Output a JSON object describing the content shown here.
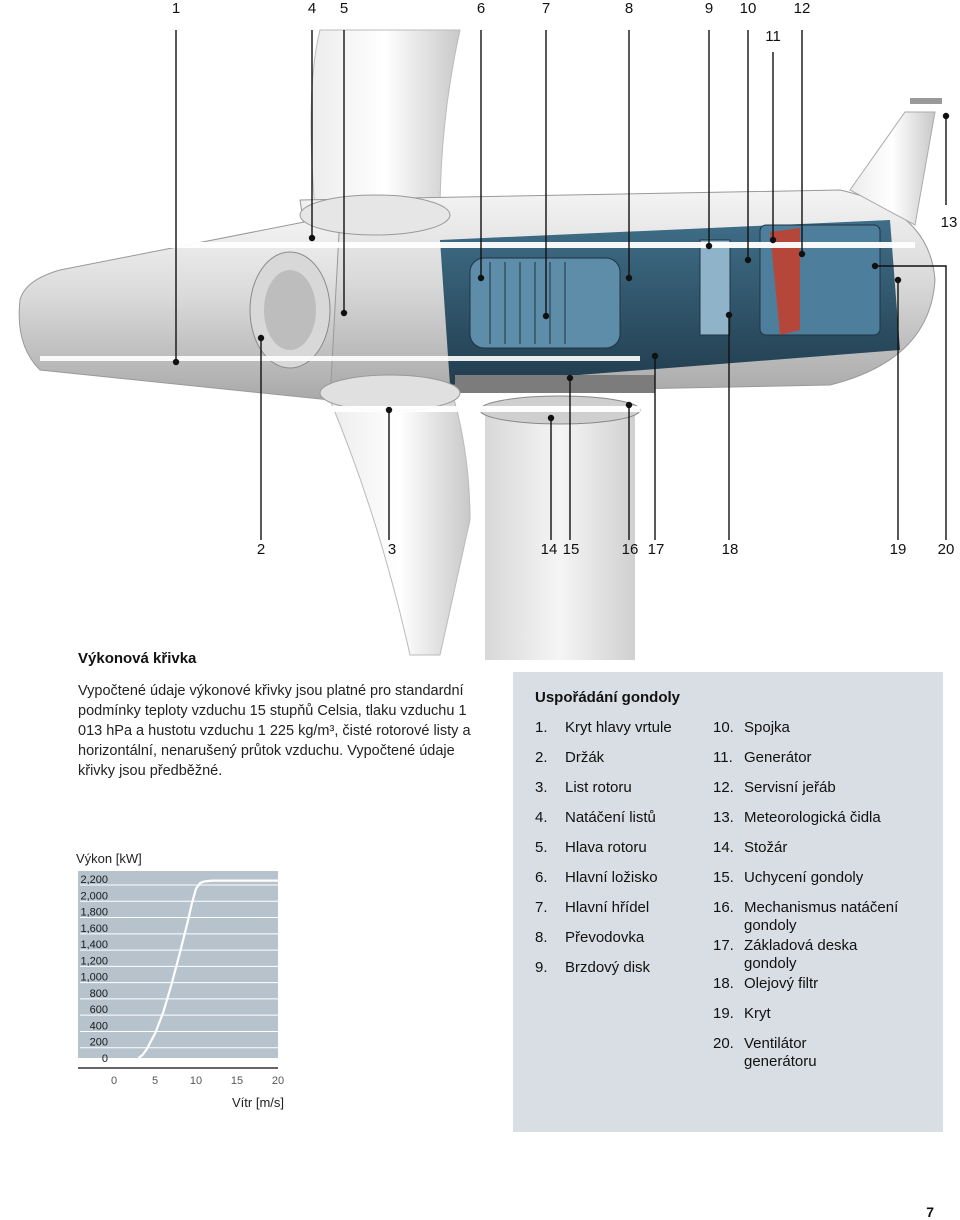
{
  "figure": {
    "callouts_top": [
      "1",
      "4",
      "5",
      "6",
      "7",
      "8",
      "9",
      "10",
      "12"
    ],
    "callout_11": "11",
    "callout_13": "13",
    "callouts_bottom": [
      "2",
      "3",
      "14",
      "15",
      "16",
      "17",
      "18",
      "19",
      "20"
    ]
  },
  "power_curve": {
    "title": "Výkonová křivka",
    "description": "Vypočtené údaje výkonové křivky jsou platné pro standardní podmínky teploty vzduchu 15 stupňů Celsia, tlaku vzduchu 1 013 hPa a hustotu vzduchu 1 225 kg/m³, čisté rotorové listy a horizontální, nenarušený průtok vzduchu. Vypočtené údaje křivky jsou předběžné."
  },
  "chart_data": {
    "type": "line",
    "ylabel": "Výkon [kW]",
    "xlabel": "Vítr [m/s]",
    "y_ticks": [
      "2,200",
      "2,000",
      "1,800",
      "1,600",
      "1,400",
      "1,200",
      "1,000",
      "800",
      "600",
      "400",
      "200",
      "0"
    ],
    "x_ticks": [
      "0",
      "5",
      "10",
      "15",
      "20"
    ],
    "xlim": [
      0,
      20
    ],
    "ylim": [
      0,
      2200
    ],
    "grid": true,
    "series": [
      {
        "x": [
          3,
          3.5,
          4,
          5,
          6,
          7,
          8,
          9,
          9.5,
          10,
          10.5,
          11,
          12,
          14,
          16,
          18,
          20
        ],
        "y": [
          0,
          40,
          110,
          300,
          560,
          900,
          1280,
          1680,
          1900,
          2080,
          2150,
          2170,
          2180,
          2180,
          2180,
          2180,
          2180
        ]
      }
    ],
    "colors": {
      "background": "#b6c3cd",
      "line": "#ffffff",
      "grid": "#ffffff"
    }
  },
  "legend": {
    "title": "Uspořádání gondoly",
    "left": [
      {
        "num": "1.",
        "text": "Kryt hlavy vrtule"
      },
      {
        "num": "2.",
        "text": "Držák"
      },
      {
        "num": "3.",
        "text": "List rotoru"
      },
      {
        "num": "4.",
        "text": "Natáčení listů"
      },
      {
        "num": "5.",
        "text": "Hlava rotoru"
      },
      {
        "num": "6.",
        "text": "Hlavní ložisko"
      },
      {
        "num": "7.",
        "text": "Hlavní hřídel"
      },
      {
        "num": "8.",
        "text": "Převodovka"
      },
      {
        "num": "9.",
        "text": "Brzdový disk"
      }
    ],
    "right": [
      {
        "num": "10.",
        "text": "Spojka"
      },
      {
        "num": "11.",
        "text": "Generátor"
      },
      {
        "num": "12.",
        "text": "Servisní jeřáb"
      },
      {
        "num": "13.",
        "text": "Meteorologická čidla"
      },
      {
        "num": "14.",
        "text": "Stožár"
      },
      {
        "num": "15.",
        "text": "Uchycení gondoly"
      },
      {
        "num": "16.",
        "text": "Mechanismus natáčení gondoly"
      },
      {
        "num": "17.",
        "text": "Základová deska gondoly"
      },
      {
        "num": "18.",
        "text": "Olejový filtr"
      },
      {
        "num": "19.",
        "text": "Kryt"
      },
      {
        "num": "20.",
        "text": "Ventilátor generátoru"
      }
    ]
  },
  "page_number": "7"
}
